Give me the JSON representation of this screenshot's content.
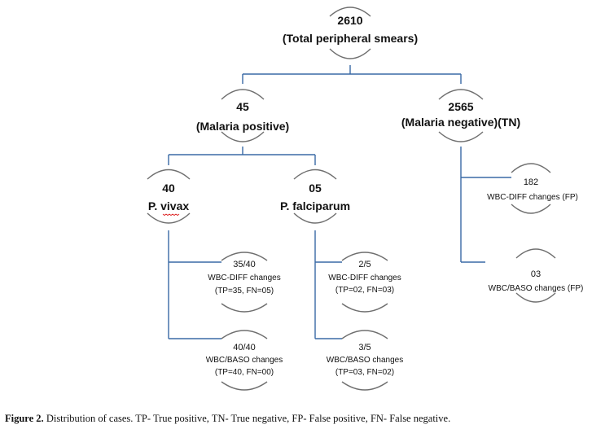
{
  "nodes": {
    "total": {
      "value": "2610",
      "label": "(Total peripheral smears)"
    },
    "positive": {
      "value": "45",
      "label": "(Malaria positive)"
    },
    "negative": {
      "value": "2565",
      "label": "(Malaria negative)(TN)"
    },
    "vivax": {
      "value": "40",
      "label": "P. vivax"
    },
    "falciparum": {
      "value": "05",
      "label": "P. falciparum"
    },
    "fp_diff": {
      "value": "182",
      "label": "WBC-DIFF changes (FP)"
    },
    "fp_baso": {
      "value": "03",
      "label": "WBC/BASO changes (FP)"
    },
    "vivax_diff": {
      "value": "35/40",
      "label": "WBC-DIFF changes",
      "detail": "(TP=35, FN=05)"
    },
    "vivax_baso": {
      "value": "40/40",
      "label": "WBC/BASO changes",
      "detail": "(TP=40, FN=00)"
    },
    "falc_diff": {
      "value": "2/5",
      "label": "WBC-DIFF changes",
      "detail": "(TP=02, FN=03)"
    },
    "falc_baso": {
      "value": "3/5",
      "label": "WBC/BASO changes",
      "detail": "(TP=03, FN=02)"
    }
  },
  "caption": {
    "title": "Figure 2.",
    "text": " Distribution of cases. TP- True positive, TN- True negative, FP- False positive, FN- False negative."
  },
  "colors": {
    "connector": "#3a6aa5",
    "arc": "#6f6f6f"
  }
}
